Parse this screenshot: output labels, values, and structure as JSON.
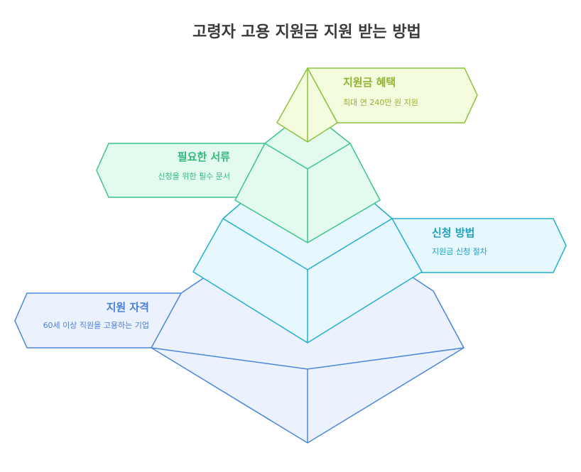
{
  "title": "고령자 고용 지원금 지원 받는 방법",
  "levels": [
    {
      "title": "지원금 혜택",
      "description": "최대 연 240만 원 지원",
      "stroke": "#8DC23F",
      "fill": "#F3FCDD",
      "text": "#8DB52F"
    },
    {
      "title": "필요한 서류",
      "description": "신청을 위한 필수 문서",
      "stroke": "#3CC58A",
      "fill": "#E3FBEE",
      "text": "#33B77A"
    },
    {
      "title": "신청 방법",
      "description": "지원금 신청 절차",
      "stroke": "#21AFCF",
      "fill": "#E6F8FD",
      "text": "#1EA0C0"
    },
    {
      "title": "지원 자격",
      "description": "60세 이상 직원을 고용하는 기업",
      "stroke": "#4A86DE",
      "fill": "#ECF2FD",
      "text": "#4A7FD6"
    }
  ]
}
